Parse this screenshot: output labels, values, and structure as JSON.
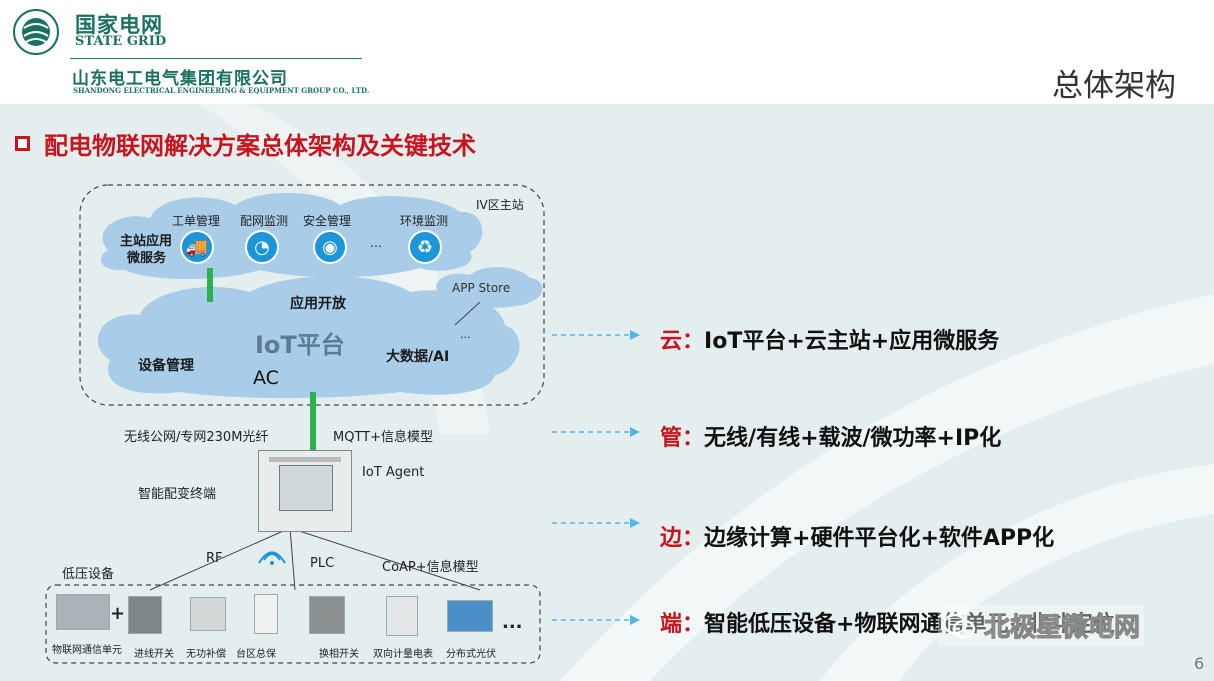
{
  "header": {
    "brand_cn": "国家电网",
    "brand_en": "STATE GRID",
    "company_cn": "山东电工电气集团有限公司",
    "company_en": "SHANDONG ELECTRICAL ENGINEERING & EQUIPMENT GROUP CO., LTD.",
    "section_title": "总体架构"
  },
  "headline": "配电物联网解决方案总体架构及关键技术",
  "diagram": {
    "station_label": "IV区主站",
    "micro_services": {
      "label_line1": "主站应用",
      "label_line2": "微服务",
      "items": [
        "工单管理",
        "配网监测",
        "安全管理",
        "…",
        "环境监测"
      ]
    },
    "app_store": "APP Store",
    "iot_cloud": {
      "open": "应用开放",
      "platform": "IoT平台",
      "device_mgmt": "设备管理",
      "ac": "AC",
      "bigdata": "大数据/AI",
      "ellipsis": "..."
    },
    "network_left": "无线公网/专网230M光纤",
    "network_right": "MQTT+信息模型",
    "terminal_name": "智能配变终端",
    "iot_agent": "IoT Agent",
    "rf": "RF",
    "plc": "PLC",
    "coap": "CoAP+信息模型",
    "low_voltage": "低压设备",
    "devices": [
      "物联网通信单元",
      "进线开关",
      "无功补偿",
      "台区总保",
      "换相开关",
      "双向计量电表",
      "分布式光伏"
    ],
    "plus": "+",
    "more": "..."
  },
  "layers": [
    {
      "key": "云",
      "sep": "：",
      "text": "IoT平台+云主站+应用微服务"
    },
    {
      "key": "管",
      "sep": "：",
      "text": "无线/有线+载波/微功率+IP化"
    },
    {
      "key": "边",
      "sep": "：",
      "text": "边缘计算+硬件平台化+软件APP化"
    },
    {
      "key": "端",
      "sep": "：",
      "text": "智能低压设备+物联网通信单元+北斗定位"
    }
  ],
  "watermark": "北极星微电网",
  "page_number": "6",
  "colors": {
    "brand_green": "#1a7160",
    "headline_red": "#c8141e",
    "cloud_blue": "#a9cde8",
    "link_green": "#2bb24c",
    "arrow_blue": "#4fb8e6"
  }
}
